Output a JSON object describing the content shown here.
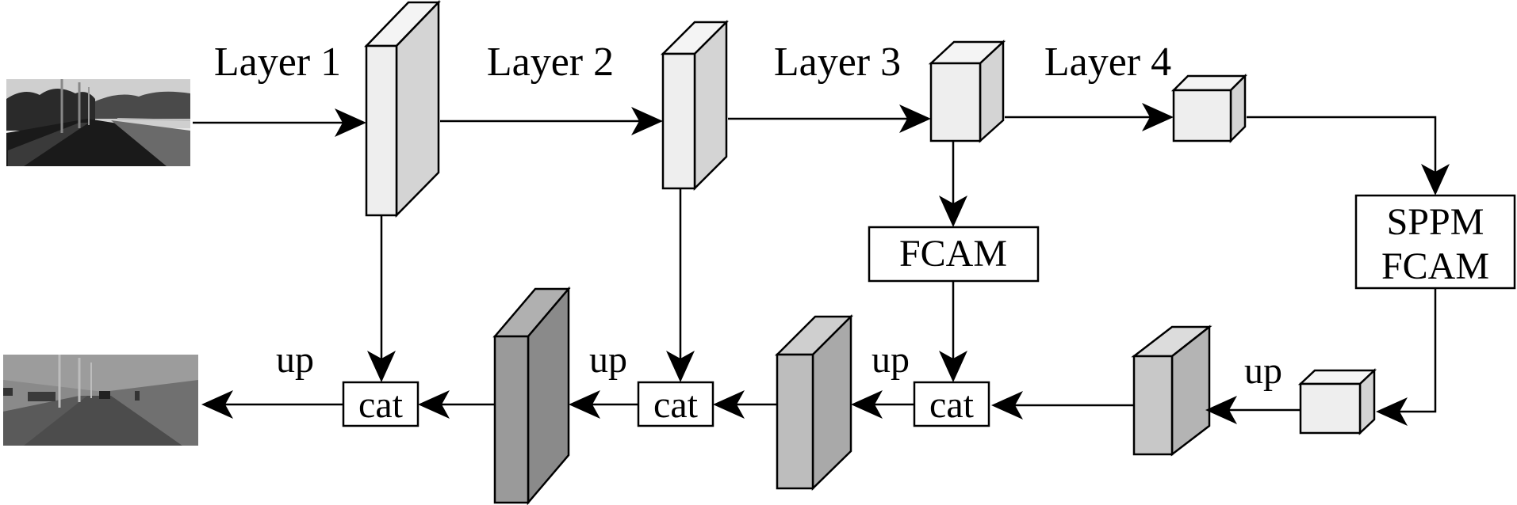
{
  "diagram": {
    "layers": [
      "Layer 1",
      "Layer 2",
      "Layer 3",
      "Layer 4"
    ],
    "modules": {
      "fcam": "FCAM",
      "sppm_line1": "SPPM",
      "sppm_line2": "FCAM"
    },
    "ops": {
      "cat": "cat",
      "up": "up"
    },
    "colors": {
      "light_block": "#eeeeee",
      "mid_block": "#c8c8c8",
      "dark_block": "#9a9a9a",
      "stroke": "#000000"
    }
  }
}
